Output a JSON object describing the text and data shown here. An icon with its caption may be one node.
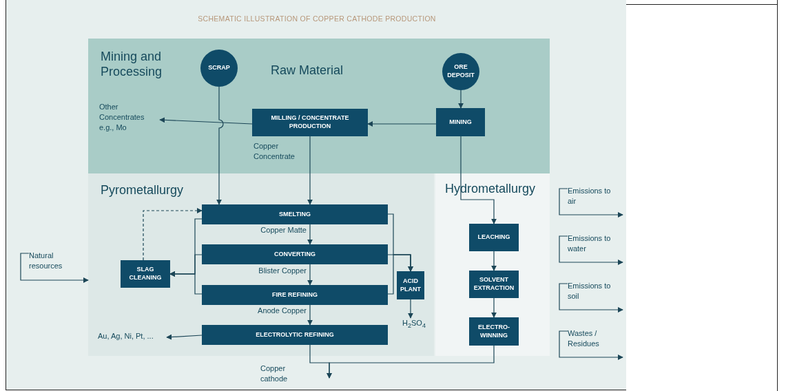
{
  "diagram": {
    "title": "SCHEMATIC ILLUSTRATION OF COPPER CATHODE PRODUCTION",
    "nodes": [
      {
        "text": [
          "Mining and Processing",
          "Raw Material"
        ]
      },
      {
        "text": [
          "SCRAP"
        ],
        "in": 0
      },
      {
        "text": [
          "ORE DEPOSIT"
        ],
        "in": 0
      },
      {
        "text": [
          "MILLING / CONCENTRATE PRODUCTION"
        ],
        "in": 0
      },
      {
        "text": [
          "MINING"
        ],
        "in": 0
      },
      {
        "text": [
          "Other Concentrates e.g., Mo"
        ],
        "in": 0
      },
      {
        "text": [
          "Pyrometallurgy"
        ]
      },
      {
        "text": [
          "SMELTING"
        ],
        "in": 6
      },
      {
        "text": [
          "CONVERTING"
        ],
        "in": 6
      },
      {
        "text": [
          "FIRE REFINING"
        ],
        "in": 6
      },
      {
        "text": [
          "ELECTROLYTIC REFINING"
        ],
        "in": 6
      },
      {
        "text": [
          "SLAG CLEANING"
        ],
        "in": 6
      },
      {
        "text": [
          "ACID PLANT"
        ],
        "in": 6
      },
      {
        "text": [
          "H$_{2}$SO$_{4}$"
        ],
        "in": 6
      },
      {
        "text": [
          "Au, Ag, Ni, Pt, ..."
        ],
        "in": 6
      },
      {
        "text": [
          "Hydrometallurgy"
        ]
      },
      {
        "text": [
          "LEACHING"
        ],
        "in": 15
      },
      {
        "text": [
          "SOLVENT EXTRACTION"
        ],
        "in": 15
      },
      {
        "text": [
          "ELECTRO-WINNING"
        ],
        "in": 15
      },
      {
        "text": [
          "Copper cathode"
        ]
      },
      {
        "text": [
          "Natural resources"
        ]
      },
      {
        "text": [
          "Emissions to air"
        ]
      },
      {
        "text": [
          "Emissions to water"
        ]
      },
      {
        "text": [
          "Emissions to soil"
        ]
      },
      {
        "text": [
          "Wastes / Residues"
        ]
      }
    ],
    "edges": [
      {
        "from": 2,
        "to": 4,
        "arrow": "to"
      },
      {
        "from": 4,
        "to": 3,
        "arrow": "to"
      },
      {
        "from": 3,
        "to": 5,
        "arrow": "to"
      },
      {
        "from": 1,
        "to": 7,
        "arrow": "to"
      },
      {
        "from": 3,
        "to": 7,
        "arrow": "to",
        "label": "Copper Concentrate"
      },
      {
        "from": 4,
        "to": 16,
        "arrow": "to"
      },
      {
        "from": 7,
        "to": 8,
        "arrow": "to",
        "label": "Copper Matte"
      },
      {
        "from": 8,
        "to": 9,
        "arrow": "to",
        "label": "Blister Copper"
      },
      {
        "from": 9,
        "to": 10,
        "arrow": "to",
        "label": "Anode Copper"
      },
      {
        "from": 11,
        "to": 7,
        "arrow": "to",
        "style": "dashed"
      },
      {
        "from": 7,
        "to": 11,
        "arrow": "to"
      },
      {
        "from": 8,
        "to": 11,
        "arrow": "to"
      },
      {
        "from": 9,
        "to": 11,
        "arrow": "to"
      },
      {
        "from": 7,
        "to": 12,
        "arrow": "to"
      },
      {
        "from": 8,
        "to": 12,
        "arrow": "to"
      },
      {
        "from": 9,
        "to": 12,
        "arrow": "to"
      },
      {
        "from": 12,
        "to": 13,
        "arrow": "to"
      },
      {
        "from": 10,
        "to": 14,
        "arrow": "to"
      },
      {
        "from": 10,
        "to": 19,
        "arrow": "to"
      },
      {
        "from": 18,
        "to": 19,
        "arrow": "to"
      },
      {
        "from": 16,
        "to": 17,
        "arrow": "to"
      },
      {
        "from": 17,
        "to": 18,
        "arrow": "to"
      },
      {
        "from": 20,
        "to": 6,
        "arrow": "to"
      },
      {
        "from": 21,
        "to": null,
        "arrow": "to"
      },
      {
        "from": 22,
        "to": null,
        "arrow": "to"
      },
      {
        "from": 23,
        "to": null,
        "arrow": "to"
      },
      {
        "from": 24,
        "to": null,
        "arrow": "to"
      }
    ]
  }
}
